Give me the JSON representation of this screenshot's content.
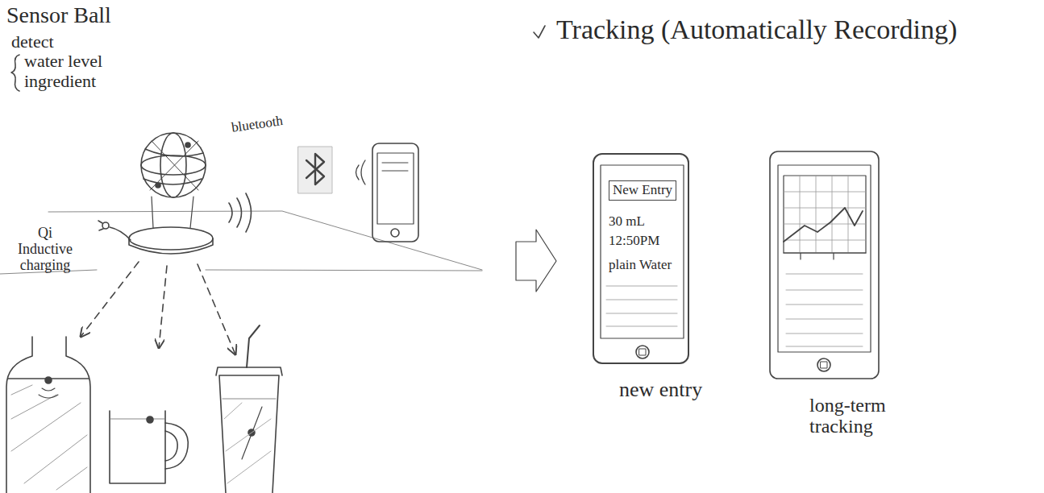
{
  "diagram": {
    "nodes": [
      {
        "text": [
          "New Entry",
          "30 mL",
          "12:50PM",
          "plain Water"
        ]
      }
    ],
    "labels": [
      "Sensor Ball",
      "detect",
      "water level",
      "ingredient",
      "bluetooth",
      "Qi Inductive charging",
      "Tracking (Automatically Recording)",
      "new entry",
      "long-term tracking"
    ]
  }
}
